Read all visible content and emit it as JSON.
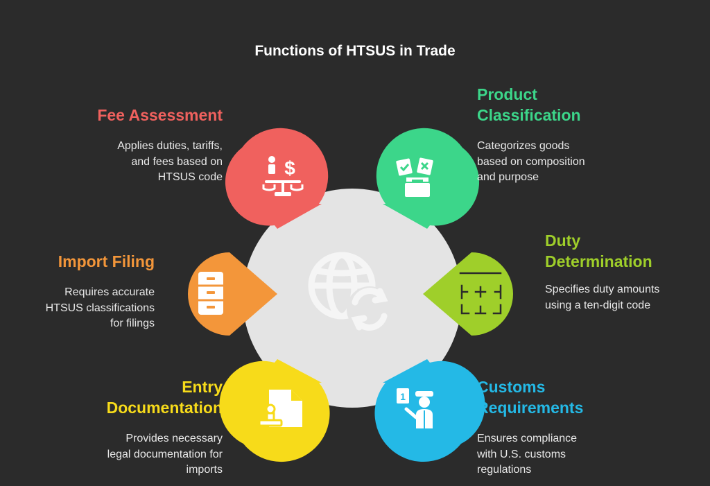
{
  "title": "Functions of HTSUS in Trade",
  "items": [
    {
      "heading": "Fee Assessment",
      "description": "Applies duties, tariffs,\nand fees based on\nHTSUS code",
      "color": "#f0615e",
      "icon": "scale-dollar-icon"
    },
    {
      "heading": "Product\nClassification",
      "description": "Categorizes goods\nbased on composition\nand purpose",
      "color": "#3cd68a",
      "icon": "ballot-box-icon"
    },
    {
      "heading": "Import Filing",
      "description": "Requires accurate\nHTSUS classifications\nfor filings",
      "color": "#f3963a",
      "icon": "file-cabinet-icon"
    },
    {
      "heading": "Duty\nDetermination",
      "description": "Specifies duty amounts\nusing a ten-digit code",
      "color": "#9fcf2a",
      "icon": "calculator-grid-icon"
    },
    {
      "heading": "Entry\nDocumentation",
      "description": "Provides necessary\nlegal documentation for\nimports",
      "color": "#f7db1a",
      "icon": "stamped-document-icon"
    },
    {
      "heading": "Customs\nRequirements",
      "description": "Ensures compliance\nwith U.S. customs\nregulations",
      "color": "#24b9e6",
      "icon": "customs-officer-icon"
    }
  ],
  "center_icon": "globe-sync-icon"
}
